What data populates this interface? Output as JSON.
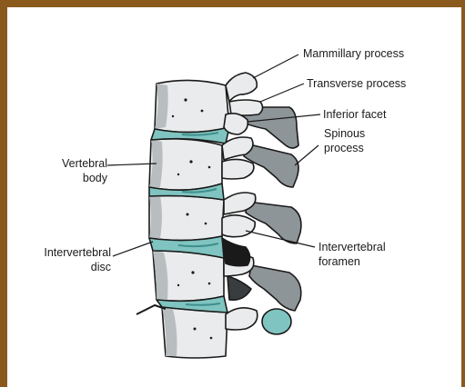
{
  "labels": {
    "mammillary_process": "Mammillary process",
    "transverse_process": "Transverse process",
    "inferior_facet": "Inferior facet",
    "spinous_process": [
      "Spinous",
      "process"
    ],
    "vertebral_body": [
      "Vertebral",
      "body"
    ],
    "intervertebral_disc": [
      "Intervertebral",
      "disc"
    ],
    "intervertebral_foramen": [
      "Intervertebral",
      "foramen"
    ]
  },
  "colors": {
    "frame": "#8a5a1c",
    "bone": "#e9ebec",
    "bone_shadow": "#9aa0a3",
    "process": "#8e9599",
    "disc": "#7fc4c0",
    "disc_dark": "#3f8f8d",
    "outline": "#1a1a1a"
  }
}
